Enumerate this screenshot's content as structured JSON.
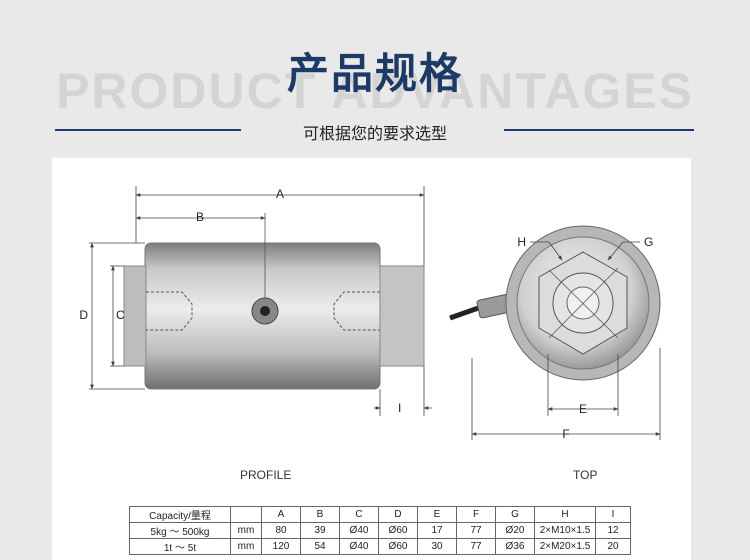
{
  "header": {
    "background_word": "PRODUCT ADVANTAGES",
    "title": "产品规格",
    "subtitle": "可根据您的要求选型"
  },
  "drawing": {
    "profile_label": "PROFILE",
    "top_label": "TOP",
    "dims": {
      "A": "A",
      "B": "B",
      "C": "C",
      "D": "D",
      "E": "E",
      "F": "F",
      "G": "G",
      "H": "H",
      "I": "I"
    }
  },
  "spec_table": {
    "headers": [
      "Capacity/量程",
      "",
      "A",
      "B",
      "C",
      "D",
      "E",
      "F",
      "G",
      "H",
      "I"
    ],
    "rows": [
      [
        "5kg ～ 500kg",
        "mm",
        "80",
        "39",
        "Ø40",
        "Ø60",
        "17",
        "77",
        "Ø20",
        "2×M10×1.5",
        "12"
      ],
      [
        "1t ～ 5t",
        "mm",
        "120",
        "54",
        "Ø40",
        "Ø60",
        "30",
        "77",
        "Ø36",
        "2×M20×1.5",
        "20"
      ]
    ]
  },
  "colors": {
    "accent": "#1d3a66",
    "page_bg": "#e9e9e9",
    "panel_bg": "#ffffff"
  }
}
